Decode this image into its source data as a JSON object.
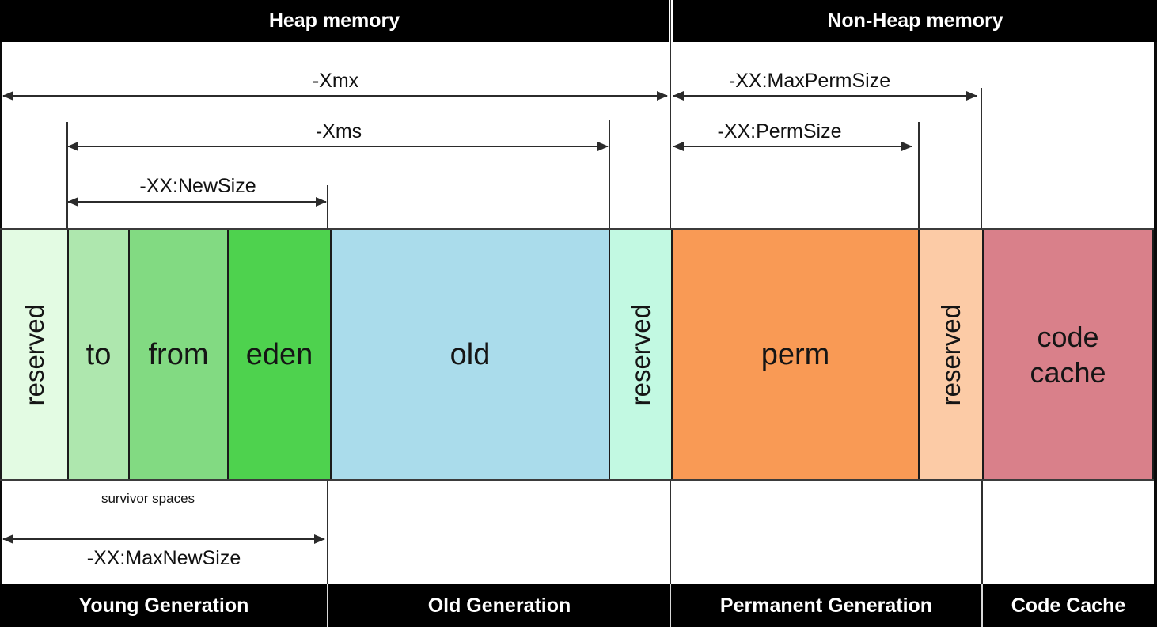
{
  "header": {
    "heap": "Heap memory",
    "non_heap": "Non-Heap memory"
  },
  "annotations": {
    "xmx": "-Xmx",
    "xms": "-Xms",
    "new_size": "-XX:NewSize",
    "max_perm_size": "-XX:MaxPermSize",
    "perm_size": "-XX:PermSize",
    "max_new_size": "-XX:MaxNewSize",
    "survivor": "survivor spaces"
  },
  "blocks": [
    {
      "label": "reserved",
      "color_key": "reserved_young"
    },
    {
      "label": "to",
      "color_key": "to"
    },
    {
      "label": "from",
      "color_key": "from"
    },
    {
      "label": "eden",
      "color_key": "eden"
    },
    {
      "label": "old",
      "color_key": "old"
    },
    {
      "label": "reserved",
      "color_key": "reserved_old"
    },
    {
      "label": "perm",
      "color_key": "perm"
    },
    {
      "label": "reserved",
      "color_key": "reserved_perm"
    },
    {
      "label": "code cache",
      "color_key": "code_cache"
    }
  ],
  "footer": {
    "sections": [
      {
        "label": "Young Generation"
      },
      {
        "label": "Old Generation"
      },
      {
        "label": "Permanent Generation"
      },
      {
        "label": "Code Cache"
      }
    ]
  },
  "colors": {
    "reserved_young": "#e3fbe3",
    "to": "#aee7ae",
    "from": "#82da82",
    "eden": "#4ed24e",
    "old": "#aadceb",
    "reserved_old": "#c2f9e2",
    "perm": "#f99a55",
    "reserved_perm": "#fccba6",
    "code_cache": "#d9808a",
    "bar_background": "#000000",
    "line": "#2f2f2f"
  }
}
